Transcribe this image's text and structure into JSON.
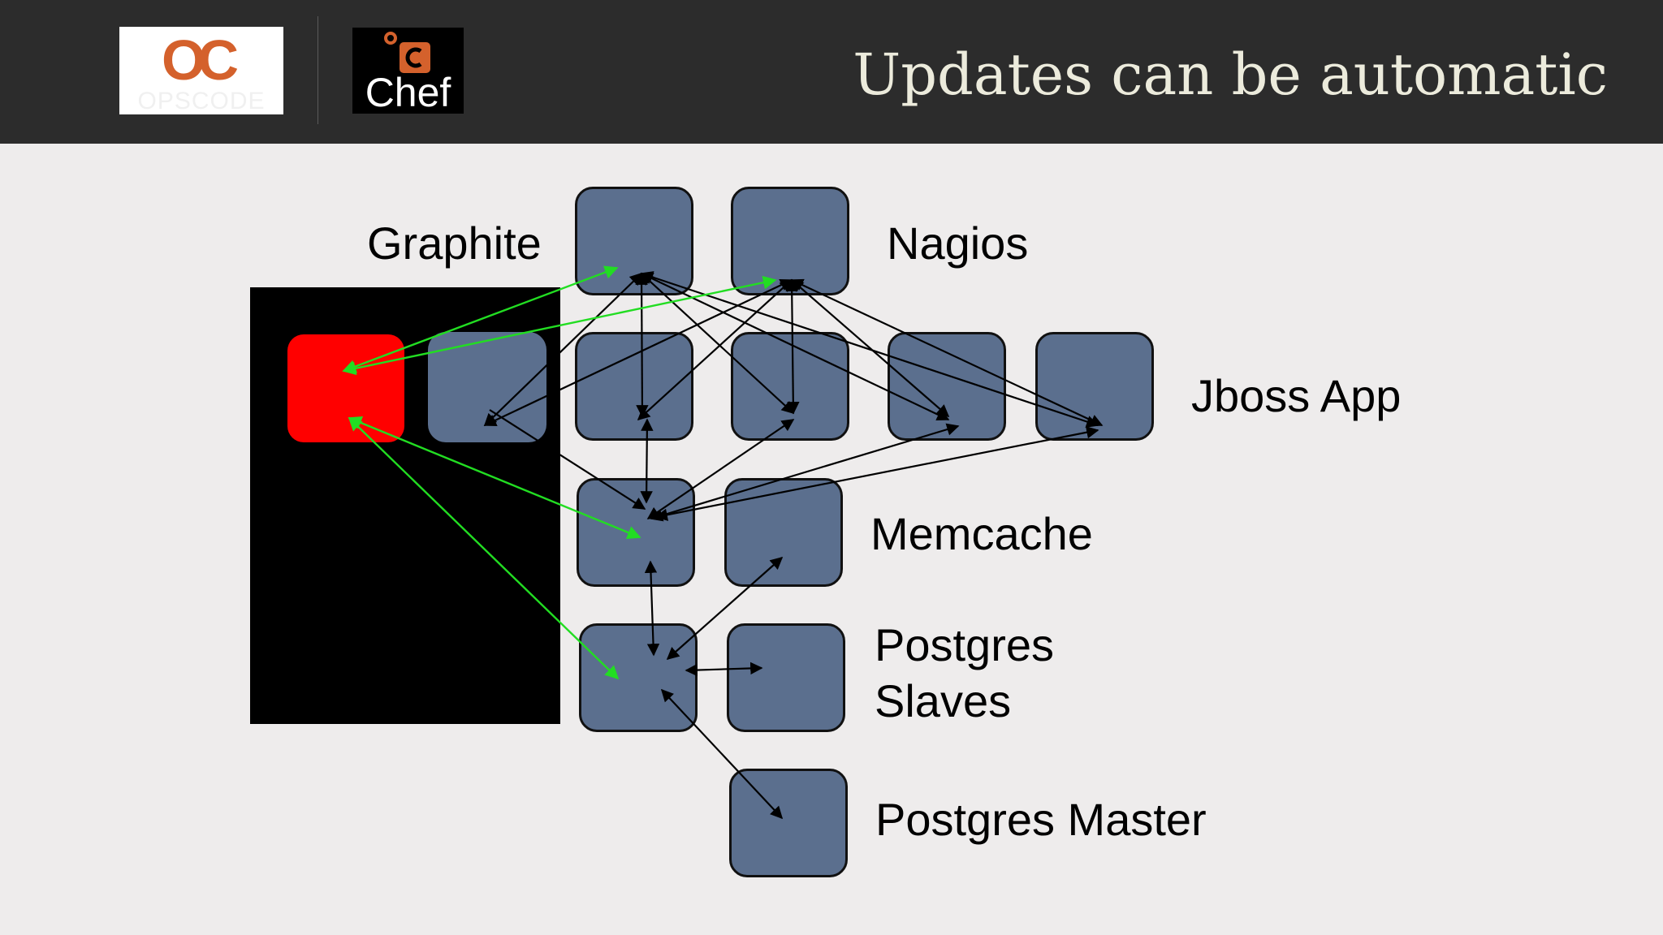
{
  "header": {
    "title": "Updates can be automatic",
    "opscode_logo_text": "OPSCODE",
    "opscode_logo_mark": "OC",
    "chef_logo_text": "Chef"
  },
  "labels": {
    "graphite": "Graphite",
    "nagios": "Nagios",
    "jboss": "Jboss App",
    "memcache": "Memcache",
    "postgres_slaves_line1": "Postgres",
    "postgres_slaves_line2": "Slaves",
    "postgres_master": "Postgres Master"
  },
  "colors": {
    "header_bg": "#2c2c2c",
    "node": "#5b6f8e",
    "updated_node": "#ff0000",
    "update_arrow": "#22dd22",
    "link_arrow": "#000000"
  }
}
